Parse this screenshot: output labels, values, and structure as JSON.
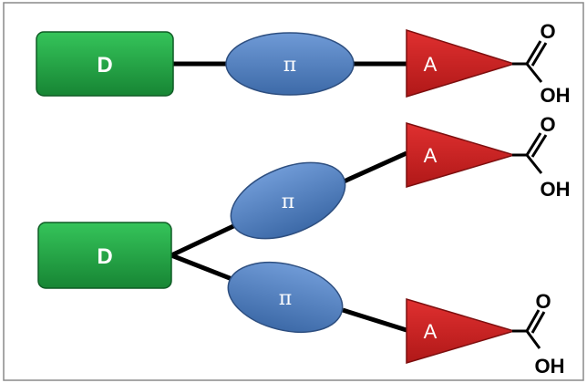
{
  "labels": {
    "donor": "D",
    "bridge": "π",
    "acceptor": "A",
    "carbonyl_oxygen": "O",
    "hydroxyl": "OH"
  },
  "colors": {
    "donor": "#1f9a3d",
    "bridge": "#4f7fc0",
    "acceptor": "#c81e1e",
    "bond": "#000000",
    "frame": "#8a8a8a"
  }
}
